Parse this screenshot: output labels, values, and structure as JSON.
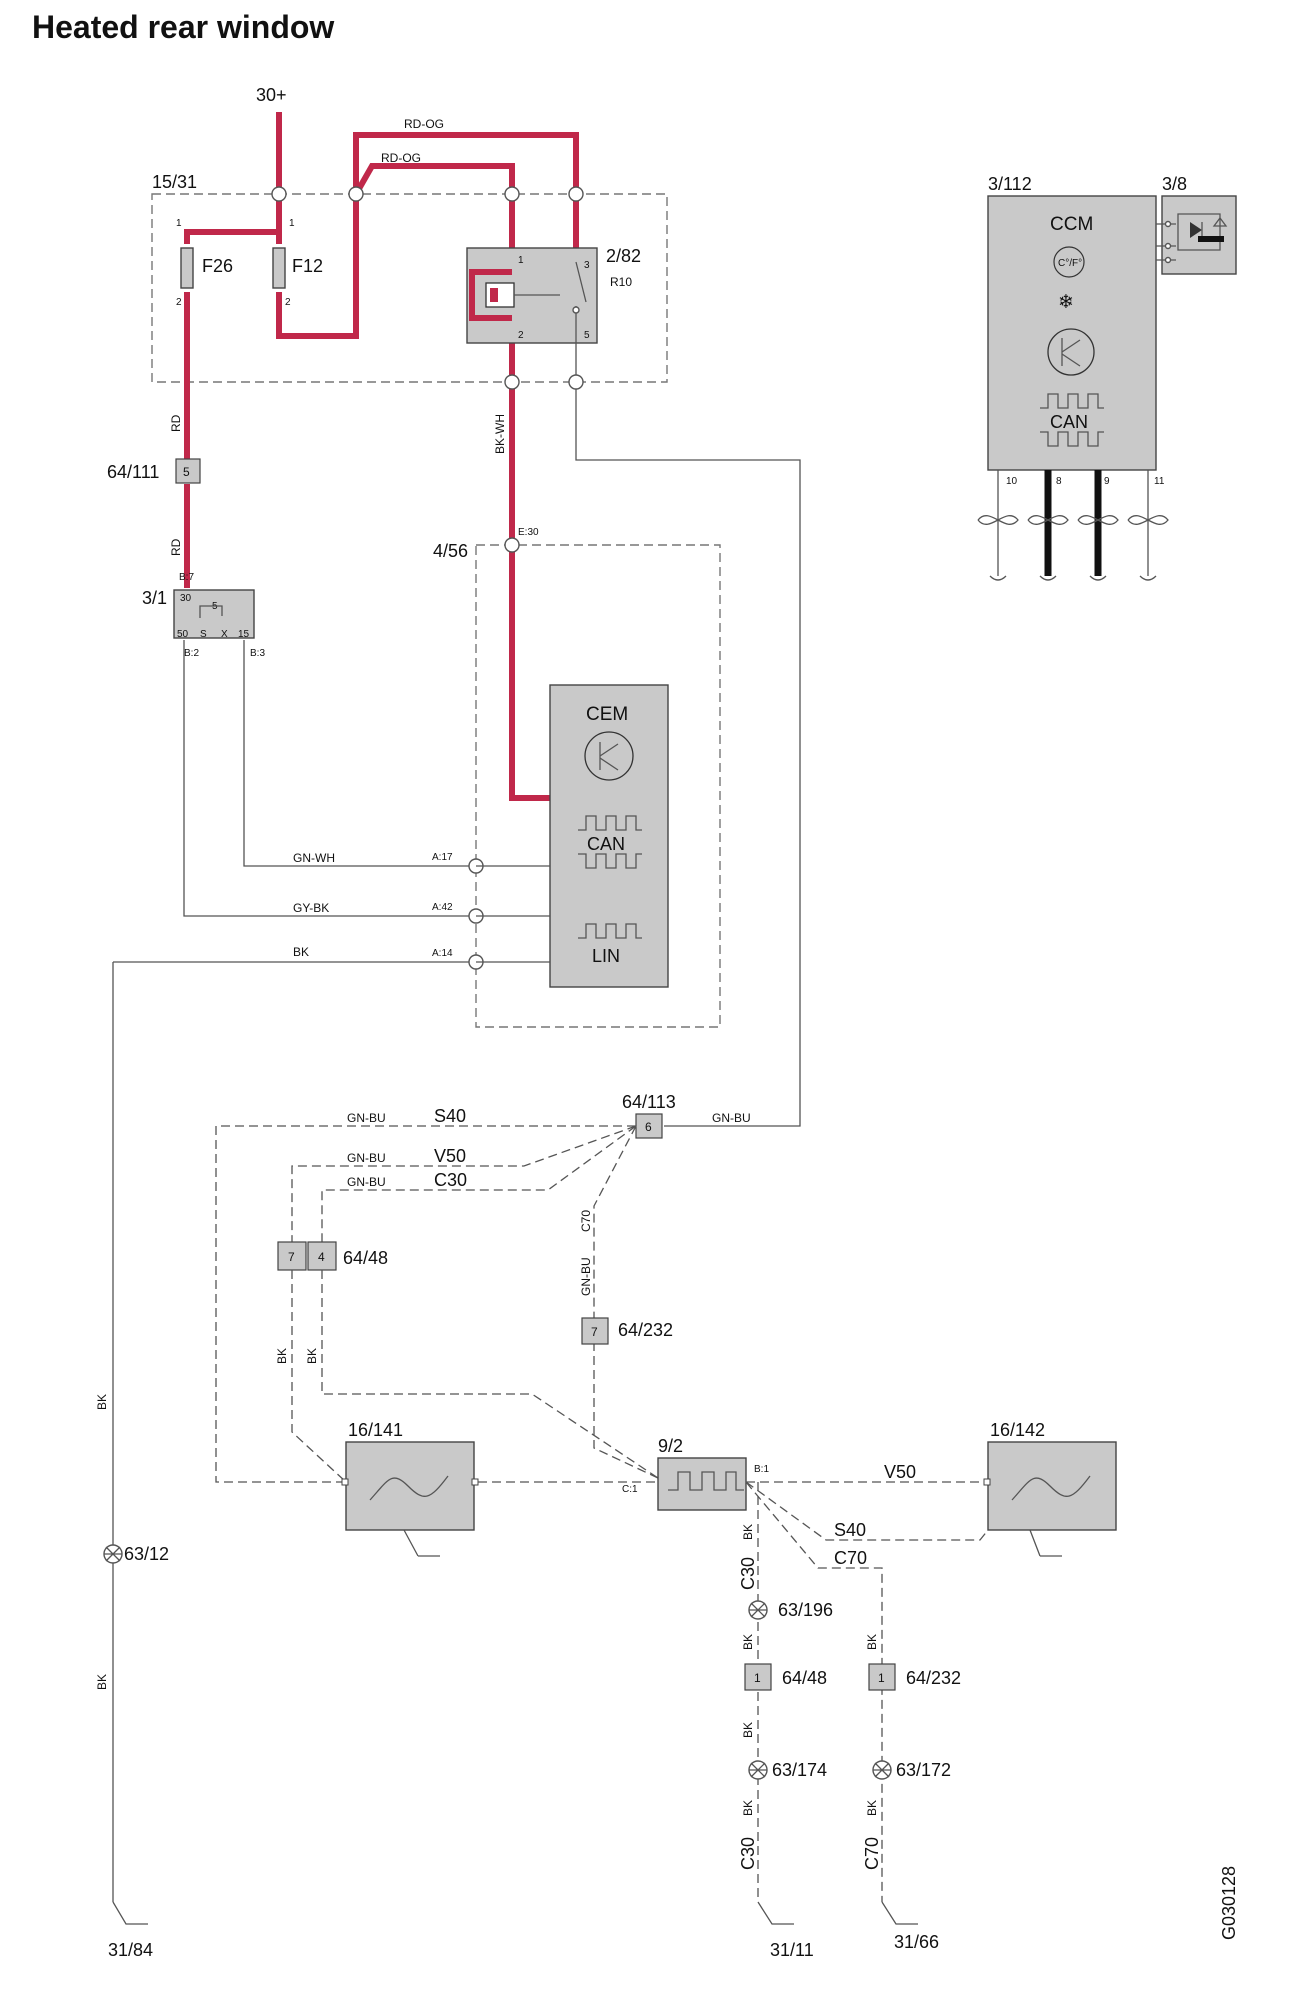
{
  "title": "Heated rear window",
  "code": "G030128",
  "supply": "30+",
  "components": {
    "fusebox": "15/31",
    "f26": "F26",
    "f12": "F12",
    "relay": "2/82",
    "relay_sub": "R10",
    "conn_64_111": "64/111",
    "ignition": "3/1",
    "cem_module": "4/56",
    "cem": "CEM",
    "ccm_module": "3/112",
    "ccm": "CCM",
    "sensor_3_8": "3/8",
    "conn_64_113": "64/113",
    "conn_64_48": "64/48",
    "conn_64_232": "64/232",
    "heater_left": "16/141",
    "heater_right": "16/142",
    "rear_unit": "9/2",
    "splice_63_12": "63/12",
    "splice_63_196": "63/196",
    "splice_63_174": "63/174",
    "splice_63_172": "63/172",
    "ground_31_84": "31/84",
    "ground_31_11": "31/11",
    "ground_31_66": "31/66",
    "can": "CAN",
    "lin": "LIN",
    "temp_unit": "C°/F°"
  },
  "wires": {
    "rd_og": "RD-OG",
    "rd": "RD",
    "bk_wh": "BK-WH",
    "gn_wh": "GN-WH",
    "gy_bk": "GY-BK",
    "bk": "BK",
    "gn_bu": "GN-BU"
  },
  "variants": {
    "s40": "S40",
    "v50": "V50",
    "c30": "C30",
    "c70": "C70"
  },
  "pins": {
    "p1": "1",
    "p2": "2",
    "p3": "3",
    "p4": "4",
    "p5": "5",
    "p6": "6",
    "p7": "7",
    "p8": "8",
    "p9": "9",
    "p10": "10",
    "p11": "11",
    "p30": "30",
    "p50": "50",
    "p15": "15",
    "s": "S",
    "x": "X",
    "b7": "B:7",
    "b2": "B:2",
    "b3": "B:3",
    "e30": "E:30",
    "a17": "A:17",
    "a42": "A:42",
    "a14": "A:14",
    "b1": "B:1",
    "c1": "C:1"
  }
}
